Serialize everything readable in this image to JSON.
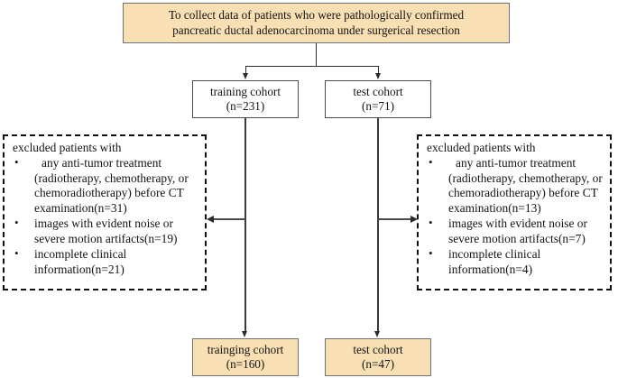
{
  "title_box": {
    "line1": "To collect data of patients who were pathologically confirmed",
    "line2": "pancreatic ductal adenocarcinoma under surgerical resection"
  },
  "cohorts": {
    "training": {
      "label": "training cohort",
      "count": "(n=231)"
    },
    "test": {
      "label": "test cohort",
      "count": "(n=71)"
    }
  },
  "exclusions_left": {
    "header": "excluded patients with",
    "items": [
      {
        "l1": "any anti-tumor treatment",
        "l2": "(radiotherapy, chemotherapy, or",
        "l3": "chemoradiotherapy) before CT",
        "l4": "examination(n=31)"
      },
      {
        "l1": "images with evident noise or",
        "l2": "severe motion artifacts(n=19)"
      },
      {
        "l1": "incomplete clinical",
        "l2": "information(n=21)"
      }
    ]
  },
  "exclusions_right": {
    "header": "excluded patients with",
    "items": [
      {
        "l1": "any anti-tumor treatment",
        "l2": "(radiotherapy, chemotherapy, or",
        "l3": "chemoradiotherapy) before CT",
        "l4": "examination(n=13)"
      },
      {
        "l1": "images with evident noise or",
        "l2": "severe motion artifacts(n=7)"
      },
      {
        "l1": "incomplete clinical",
        "l2": "information(n=4)"
      }
    ]
  },
  "final": {
    "training": {
      "label": "trainging cohort",
      "count": "(n=160)"
    },
    "test": {
      "label": "test cohort",
      "count": "(n=47)"
    }
  },
  "colors": {
    "box_fill": "#f8dfb4",
    "box_border": "#6f7278",
    "line": "#2b2b2b",
    "dashed_border": "#111111",
    "text": "#141414"
  }
}
